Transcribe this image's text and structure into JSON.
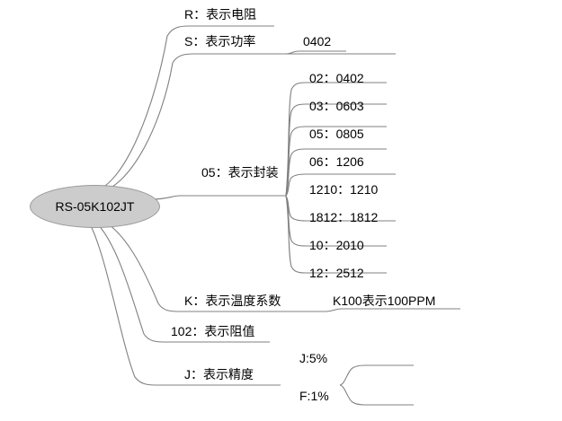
{
  "diagram": {
    "type": "mind-map",
    "background_color": "#ffffff",
    "line_color": "#808080",
    "text_color": "#000000",
    "root_fill_color": "#cccccc",
    "root_border_color": "#999999",
    "root": {
      "label": "RS-05K102JT"
    },
    "branches": [
      {
        "id": "r",
        "label": "R：表示电阻",
        "children": []
      },
      {
        "id": "s",
        "label": "S：表示功率",
        "children": [
          {
            "id": "s-0402",
            "label": "0402"
          }
        ]
      },
      {
        "id": "package",
        "label": "05：表示封装",
        "children": [
          {
            "id": "pkg-02",
            "label": "02：0402"
          },
          {
            "id": "pkg-03",
            "label": "03：0603"
          },
          {
            "id": "pkg-05",
            "label": "05：0805"
          },
          {
            "id": "pkg-06",
            "label": "06：1206"
          },
          {
            "id": "pkg-1210",
            "label": "1210：1210"
          },
          {
            "id": "pkg-1812",
            "label": "1812：1812"
          },
          {
            "id": "pkg-10",
            "label": "10：2010"
          },
          {
            "id": "pkg-12",
            "label": "12：2512"
          }
        ]
      },
      {
        "id": "temp-coefficient",
        "label": "K：表示温度系数",
        "children": [
          {
            "id": "k100",
            "label": "K100表示100PPM"
          }
        ]
      },
      {
        "id": "resistance",
        "label": "102：表示阻值",
        "children": []
      },
      {
        "id": "precision",
        "label": "J：表示精度",
        "children": [
          {
            "id": "prec-j",
            "label": "J:5%"
          },
          {
            "id": "prec-f",
            "label": "F:1%"
          }
        ]
      }
    ]
  }
}
